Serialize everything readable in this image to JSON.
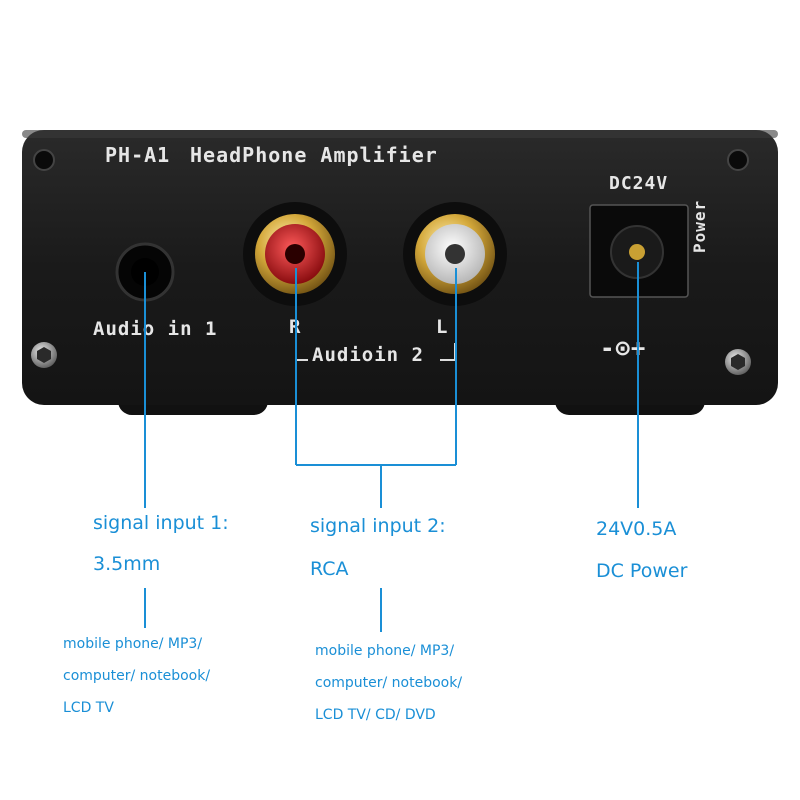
{
  "panel": {
    "model": "PH-A1",
    "product": "HeadPhone Amplifier",
    "dc_label": "DC24V",
    "power_label": "Power",
    "audio_in_1": "Audio in 1",
    "r_label": "R",
    "l_label": "L",
    "audio_in_2": "Audioin 2",
    "polarity": "-⊙+"
  },
  "annotations": {
    "input1": {
      "title": "signal input 1:",
      "spec": "3.5mm",
      "devices": [
        "mobile phone/ MP3/",
        "computer/ notebook/",
        "LCD TV"
      ]
    },
    "input2": {
      "title": "signal input 2:",
      "spec": "RCA",
      "devices": [
        "mobile phone/ MP3/",
        "computer/ notebook/",
        "LCD TV/ CD/ DVD"
      ]
    },
    "power": {
      "title": "24V0.5A",
      "spec": "DC Power"
    }
  },
  "colors": {
    "annotation_blue": "#1a8fd6",
    "panel_black": "#1c1c1c",
    "rca_red": "#c4161c",
    "rca_white": "#f2f2f2",
    "gold": "#c9a033"
  }
}
